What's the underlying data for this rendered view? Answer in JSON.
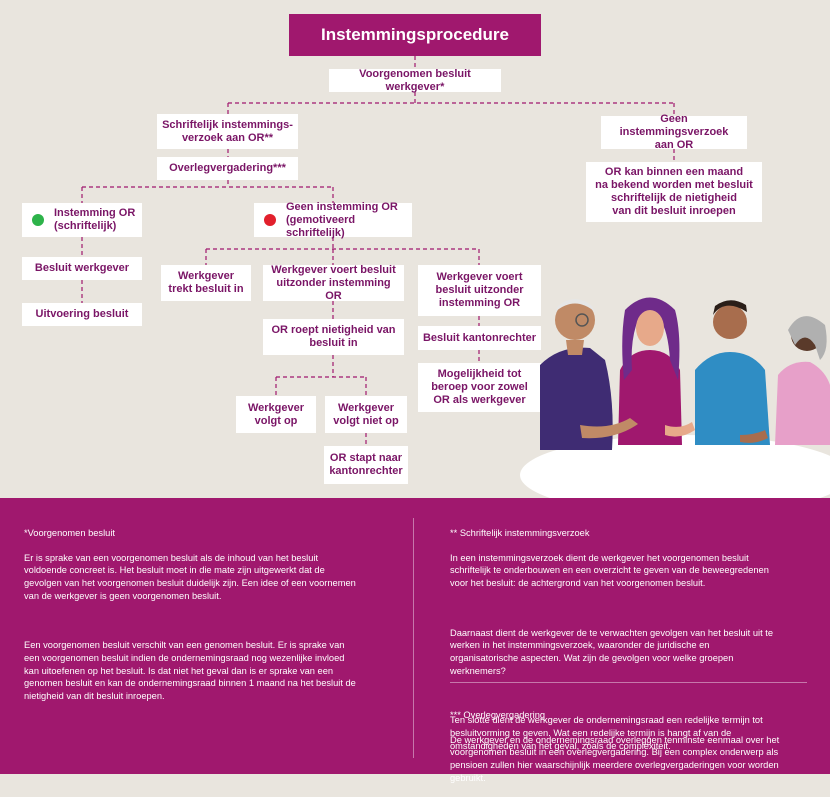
{
  "title": "Instemmingsprocedure",
  "nodes": {
    "voorgenomen": "Voorgenomen besluit werkgever*",
    "schriftelijk": "Schriftelijk instemmings-\nverzoek aan OR**",
    "overleg": "Overlegvergadering***",
    "geen_verzoek": "Geen instemmingsverzoek\naan OR",
    "or_binnen": "OR kan binnen een maand\nna bekend worden met besluit\nschriftelijk de nietigheid\nvan dit besluit inroepen",
    "instemming": "Instemming OR\n(schriftelijk)",
    "geen_instemming": "Geen instemming OR\n(gemotiveerd schriftelijk)",
    "besluit_werkgever": "Besluit werkgever",
    "uitvoering": "Uitvoering besluit",
    "trekt_in": "Werkgever\ntrekt besluit in",
    "voert_uit_1": "Werkgever voert besluit\nuitzonder instemming OR",
    "voert_uit_2": "Werkgever voert\nbesluit uitzonder\ninstemming OR",
    "or_roept": "OR roept nietigheid van\nbesluit in",
    "kantonrechter": "Besluit kantonrechter",
    "mogelijkheid": "Mogelijkheid tot\nberoep voor zowel\nOR als werkgever",
    "volgt_op": "Werkgever\nvolgt op",
    "volgt_niet_op": "Werkgever\nvolgt niet op",
    "or_stapt": "OR stapt naar\nkantonrechter"
  },
  "colors": {
    "accent": "#a0186e",
    "text": "#7a1566",
    "green": "#2db34a",
    "red": "#e2202c",
    "background": "#e9e5de"
  },
  "notes": {
    "left": {
      "heading": "*Voorgenomen besluit",
      "p1": "Er is sprake van een voorgenomen besluit als de inhoud van het besluit\nvoldoende concreet is. Het besluit moet in die mate zijn uitgewerkt dat de\ngevolgen van het voorgenomen besluit duidelijk zijn. Een idee of een voornemen\nvan de werkgever is geen voorgenomen besluit.",
      "p2": "Een voorgenomen besluit verschilt van een genomen besluit. Er is sprake van\neen voorgenomen besluit indien de ondernemingsraad nog wezenlijke invloed\nkan uitoefenen op het besluit. Is dat niet het geval dan is er sprake van een\ngenomen besluit en kan de ondernemingsraad binnen 1 maand na het besluit de\nnietigheid van dit besluit inroepen."
    },
    "right": {
      "heading": "** Schriftelijk instemmingsverzoek",
      "p1": "In een instemmingsverzoek dient de werkgever het voorgenomen besluit\nschriftelijk te onderbouwen en een overzicht te geven van de beweegredenen\nvoor het besluit: de achtergrond van het voorgenomen besluit.",
      "p2": "Daarnaast dient de werkgever de te verwachten gevolgen van het besluit uit te\nwerken in het instemmingsverzoek, waaronder de juridische en\norganisatorische aspecten. Wat zijn de gevolgen voor welke groepen\nwerknemers?",
      "p3": "Ten slotte dient de werkgever de ondernemingsraad een redelijke termijn tot\nbesluitvorming te geven. Wat een redelijke termijn is hangt af van de\nomstandigheden van het geval, zoals de complexiteit.",
      "heading2": "*** Overlegvergadering",
      "p4": "De werkgever en de ondernemingsraad overleggen tenminste eenmaal over het\nvoorgenomen besluit in een overlegvergadering. Bij een complex onderwerp als\npensioen zullen hier waarschijnlijk meerdere overlegvergaderingen voor worden\ngebruikt."
    }
  }
}
